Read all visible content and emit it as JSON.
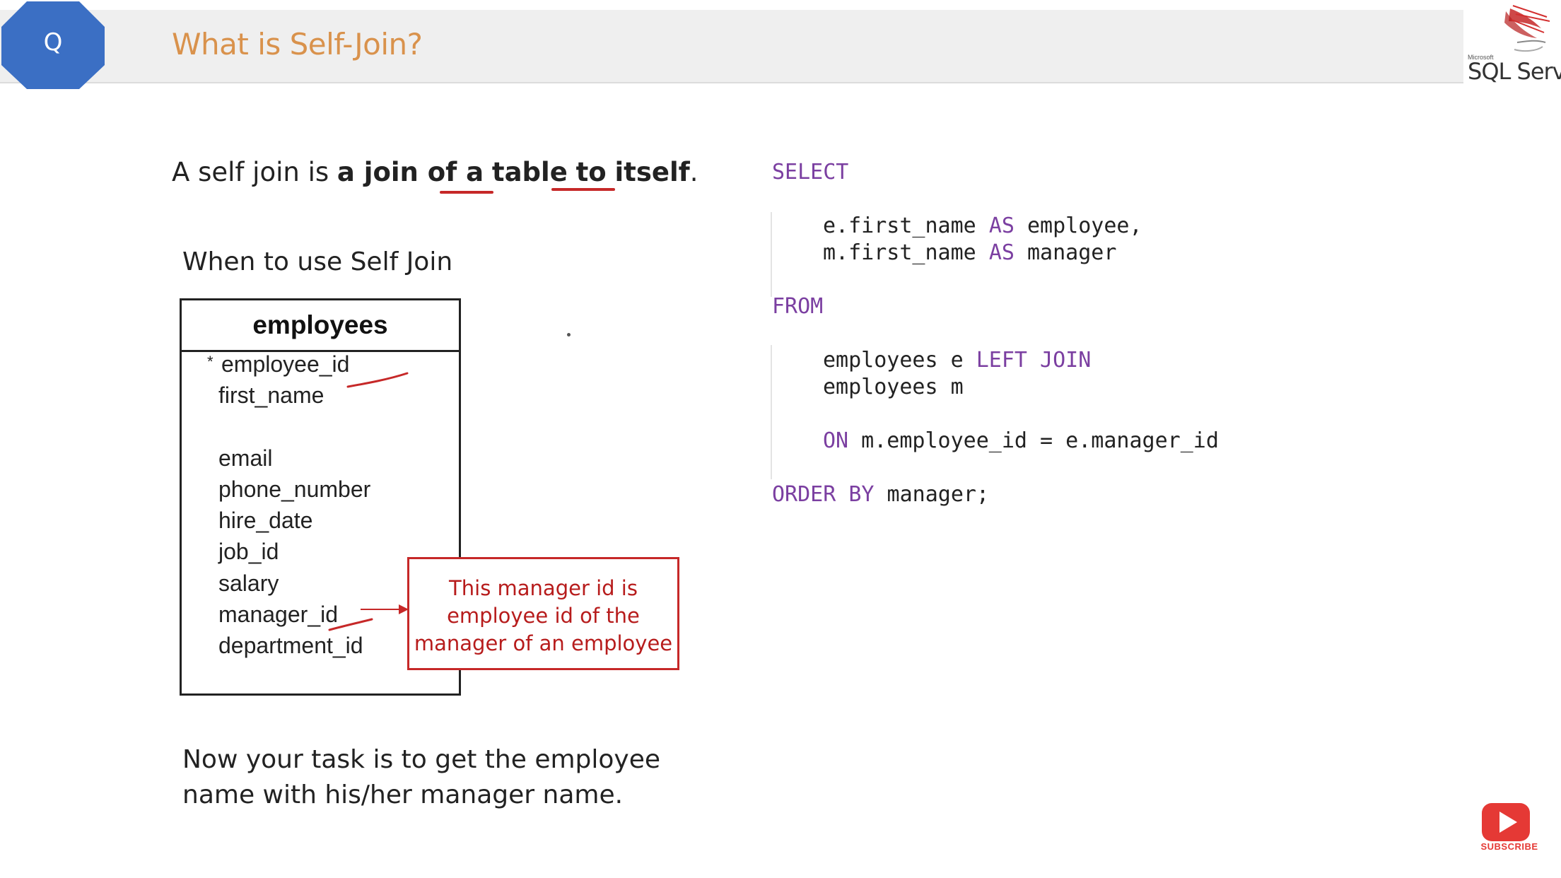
{
  "header": {
    "badge_letter": "Q",
    "title": "What is Self-Join?",
    "logo_small": "Microsoft",
    "logo_text": "SQL Serve"
  },
  "definition": {
    "prefix": "A self join is ",
    "bold1": "a join of a",
    "space1": " ",
    "bold2": "table",
    "space2": " ",
    "bold3": "to",
    "space3": " ",
    "bold4": "itself",
    "suffix": "."
  },
  "when_heading": "When to use Self Join",
  "table": {
    "name": "employees",
    "pk_marker": "*",
    "columns": [
      "employee_id",
      "first_name",
      "email",
      "phone_number",
      "hire_date",
      "job_id",
      "salary",
      "manager_id",
      "department_id"
    ]
  },
  "callout": {
    "line1": "This manager id is",
    "line2": "employee id of the",
    "line3": "manager of an employee"
  },
  "task": {
    "line1": "Now your task is to get the employee",
    "line2": "name with his/her manager name."
  },
  "sql": {
    "select_kw": "SELECT",
    "sel1_a": "e.first_name ",
    "as_kw": "AS",
    "sel1_b": " employee,",
    "sel2_a": "m.first_name ",
    "sel2_b": " manager",
    "from_kw": "FROM",
    "from1_a": "employees e ",
    "left_join_kw": "LEFT JOIN",
    "from2": "employees m",
    "on_kw": "ON",
    "on_rest": " m.employee_id = e.manager_id",
    "order_kw": "ORDER",
    "by_kw": " BY",
    "order_rest": " manager;"
  },
  "subscribe": {
    "label": "SUBSCRIBE"
  },
  "colors": {
    "title": "#d9924c",
    "badge": "#3b6fc4",
    "keyword": "#7b3fa1",
    "annotation": "#c62828",
    "youtube": "#e53935"
  }
}
